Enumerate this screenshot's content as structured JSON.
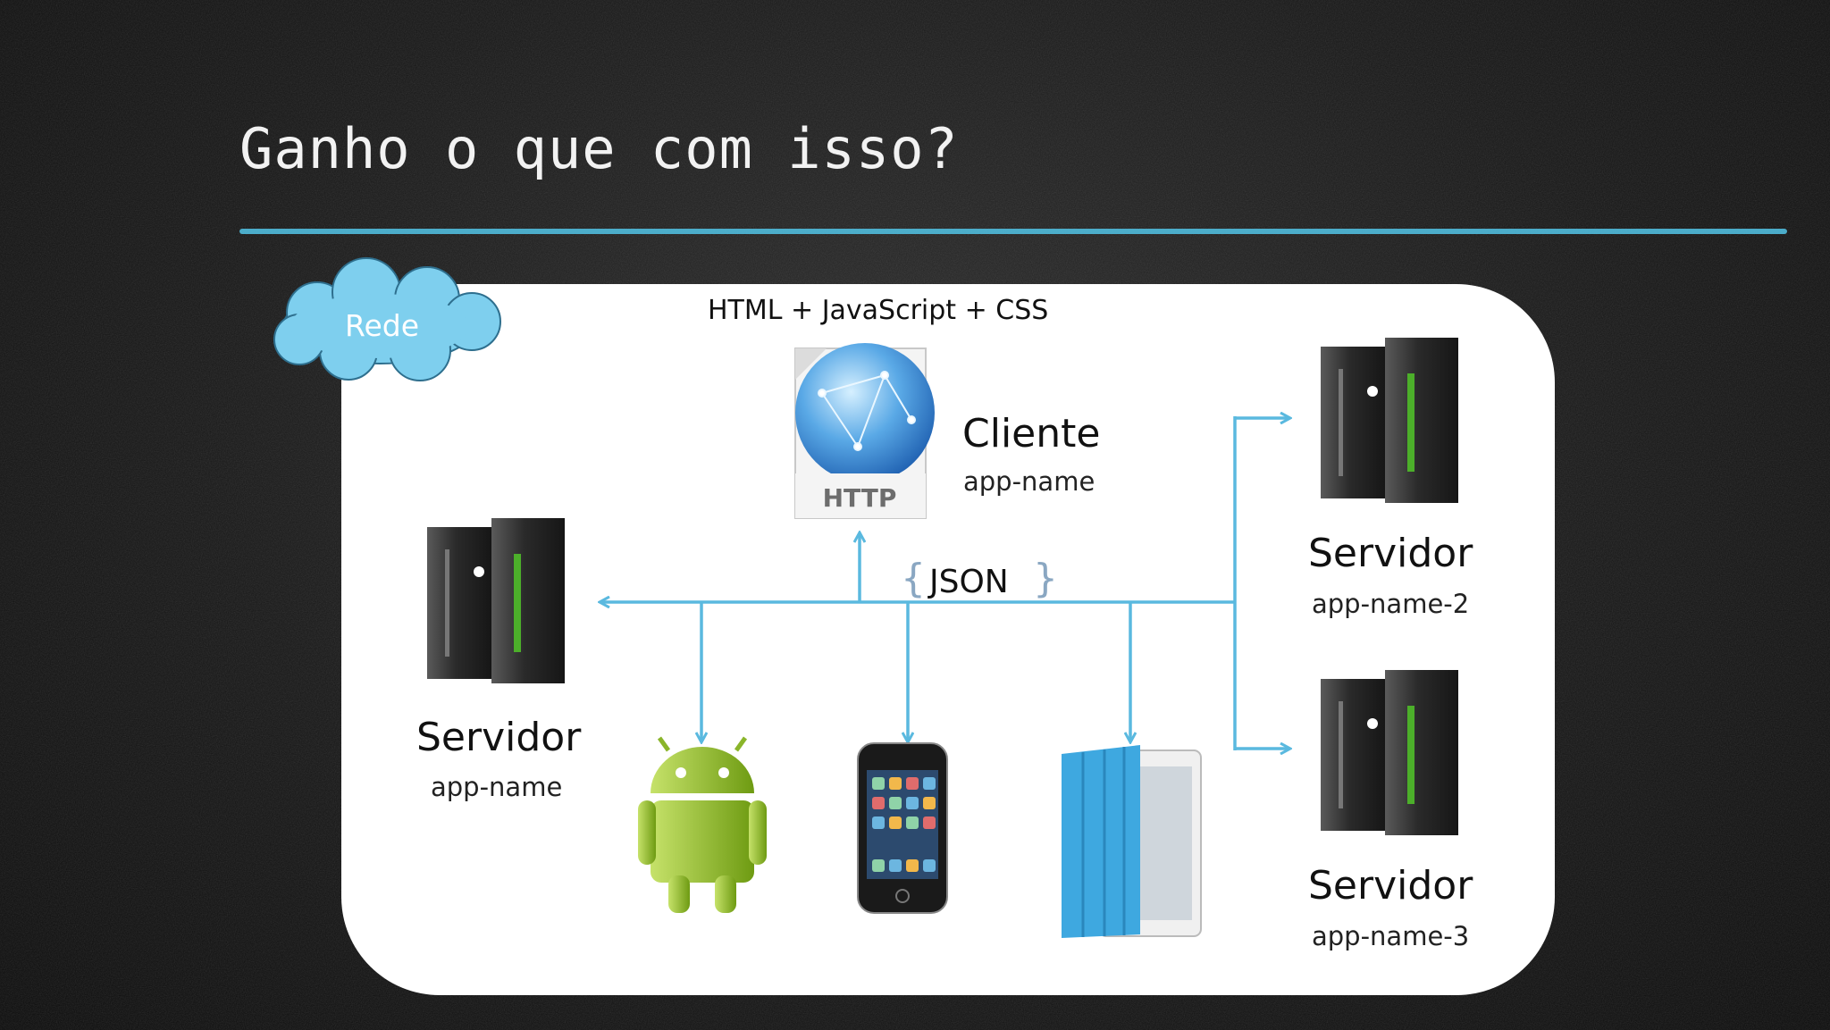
{
  "slide": {
    "title": "Ganho o que com isso?"
  },
  "diagram": {
    "network_label": "Rede",
    "payload_label": "HTML + JavaScript + CSS",
    "data_format_label": "JSON",
    "data_format_braces": [
      "{",
      "}"
    ],
    "http_doc_label": "HTTP",
    "nodes": {
      "client": {
        "title": "Cliente",
        "subtitle": "app-name"
      },
      "server_main": {
        "title": "Servidor",
        "subtitle": "app-name"
      },
      "server_2": {
        "title": "Servidor",
        "subtitle": "app-name-2"
      },
      "server_3": {
        "title": "Servidor",
        "subtitle": "app-name-3"
      }
    },
    "devices": [
      "android-robot-icon",
      "iphone-icon",
      "ipad-icon"
    ]
  },
  "colors": {
    "accent_rule": "#4fb8d8",
    "arrow": "#5ab9df",
    "cloud": "#7ecfee",
    "panel": "#ffffff",
    "background": "#141414"
  }
}
